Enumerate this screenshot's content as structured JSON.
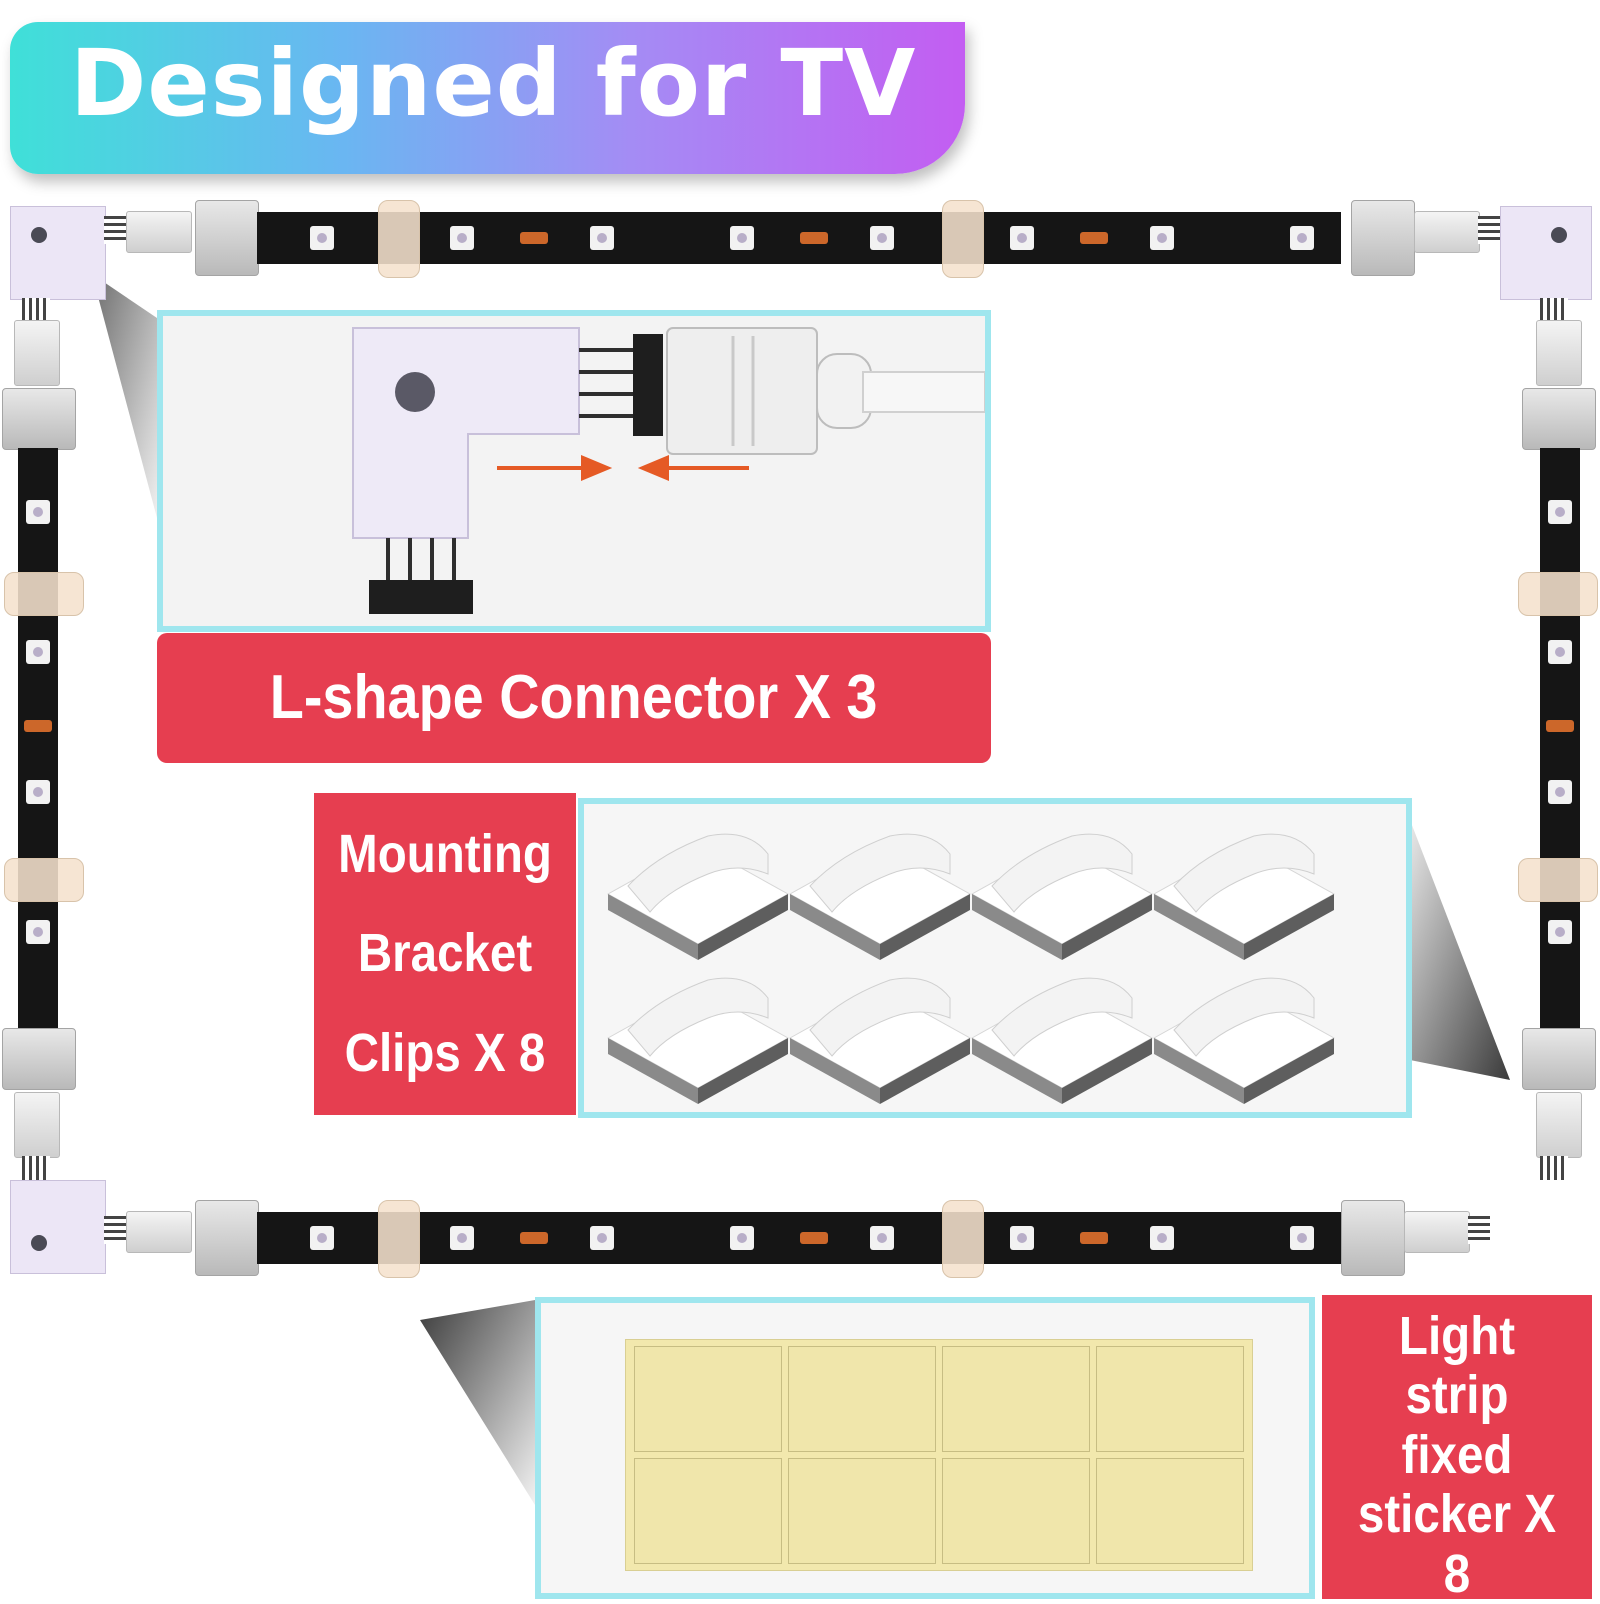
{
  "banner": {
    "title": "Designed for TV"
  },
  "labels": {
    "l_connector": "L-shape Connector X 3",
    "mounting": [
      "Mounting",
      "Bracket",
      "Clips X 8"
    ],
    "sticker": [
      "Light strip",
      "fixed",
      "sticker X 8"
    ]
  },
  "colors": {
    "banner_gradient": [
      "#3fe0d8",
      "#6ab6f2",
      "#a48cf4",
      "#c35df2"
    ],
    "label_red": "#e63e50",
    "panel_border": "#9fe6ee",
    "strip": "#151515",
    "sticker": "#f0e6ab"
  },
  "counts": {
    "l_connectors": 3,
    "mounting_clips": 8,
    "stickers": 8
  }
}
